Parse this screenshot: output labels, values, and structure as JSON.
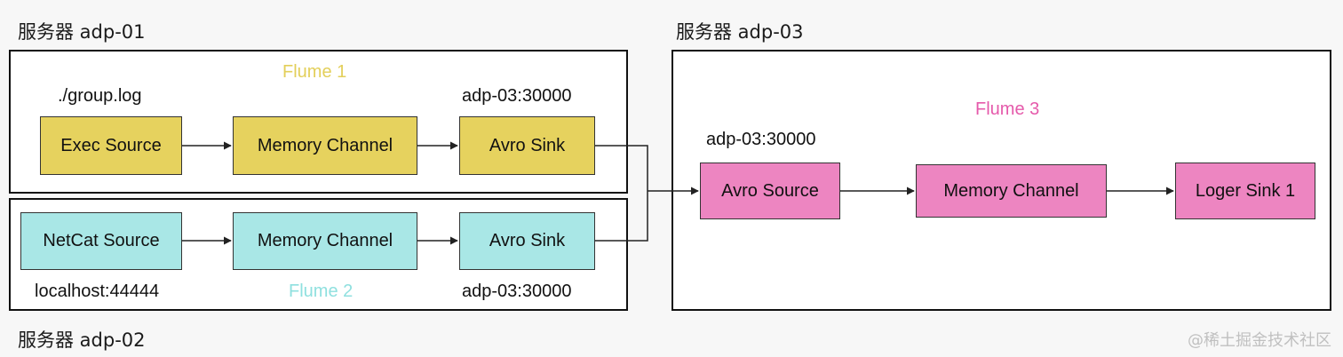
{
  "servers": {
    "s1": "服务器 adp-01",
    "s2": "服务器 adp-02",
    "s3": "服务器 adp-03"
  },
  "flume1": {
    "label": "Flume 1",
    "label_color": "#e3cf5a",
    "source_note": "./group.log",
    "sink_note": "adp-03:30000",
    "nodes": {
      "source": "Exec Source",
      "channel": "Memory Channel",
      "sink": "Avro Sink"
    }
  },
  "flume2": {
    "label": "Flume 2",
    "label_color": "#8fe0df",
    "source_note": "localhost:44444",
    "sink_note": "adp-03:30000",
    "nodes": {
      "source": "NetCat Source",
      "channel": "Memory Channel",
      "sink": "Avro Sink"
    }
  },
  "flume3": {
    "label": "Flume 3",
    "label_color": "#e55aab",
    "source_note": "adp-03:30000",
    "nodes": {
      "source": "Avro Source",
      "channel": "Memory Channel",
      "sink": "Loger Sink 1"
    }
  },
  "watermark": "@稀土掘金技术社区",
  "colors": {
    "yellow": "#e6d25e",
    "cyan": "#a9e7e6",
    "pink": "#ed85c1"
  }
}
